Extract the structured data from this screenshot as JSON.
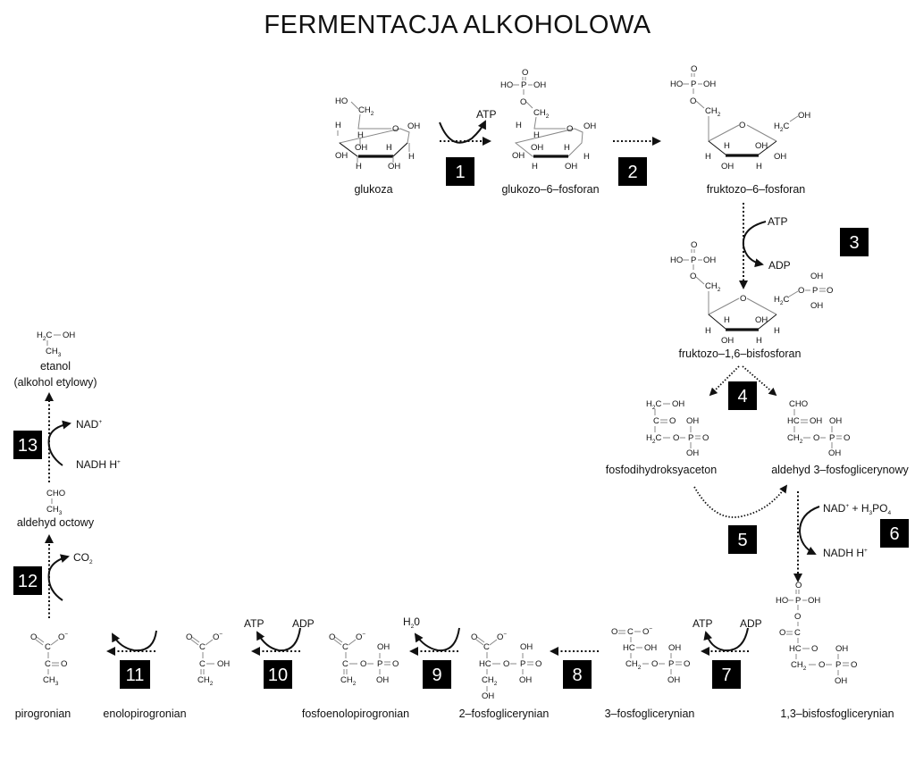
{
  "title": "FERMENTACJA ALKOHOLOWA",
  "compounds": {
    "glukoza": "glukoza",
    "g6p": "glukozo–6–fosforan",
    "f6p": "fruktozo–6–fosforan",
    "f16bp": "fruktozo–1,6–bisfosforan",
    "dhap": "fosfodihydroksyaceton",
    "g3p": "aldehyd 3–fosfoglicerynowy",
    "bpg": "1,3–bisfosfoglicerynian",
    "pg3": "3–fosfoglicerynian",
    "pg2": "2–fosfoglicerynian",
    "pep": "fosfoenolopirogronian",
    "enol": "enolopirogronian",
    "pyr": "pirogronian",
    "acetaldehyde": "aldehyd octowy",
    "ethanol": "etanol",
    "ethanol_alt": "(alkohol etylowy)"
  },
  "steps": [
    "1",
    "2",
    "3",
    "4",
    "5",
    "6",
    "7",
    "8",
    "9",
    "10",
    "11",
    "12",
    "13"
  ],
  "reagents": {
    "atp": "ATP",
    "adp": "ADP",
    "nad": "NAD",
    "nadh": "NADH H",
    "plus": "+",
    "h3po4_h": "H",
    "h3po4_3": "3",
    "h3po4_po": "PO",
    "h3po4_4": "4",
    "h2o_h": "H",
    "h2o_2": "2",
    "h2o_o": "0",
    "co2_co": "CO",
    "co2_2": "2",
    "sup_plus": "+"
  },
  "atoms": {
    "HO": "HO",
    "OH": "OH",
    "H": "H",
    "O": "O",
    "P": "P",
    "C": "C",
    "CH2": "CH",
    "CH3": "CH",
    "H2C": "H",
    "H2C_C": "C",
    "two": "2",
    "three": "3",
    "CHO": "CHO",
    "HC": "HC",
    "Ominus": "O",
    "minus": "−"
  }
}
